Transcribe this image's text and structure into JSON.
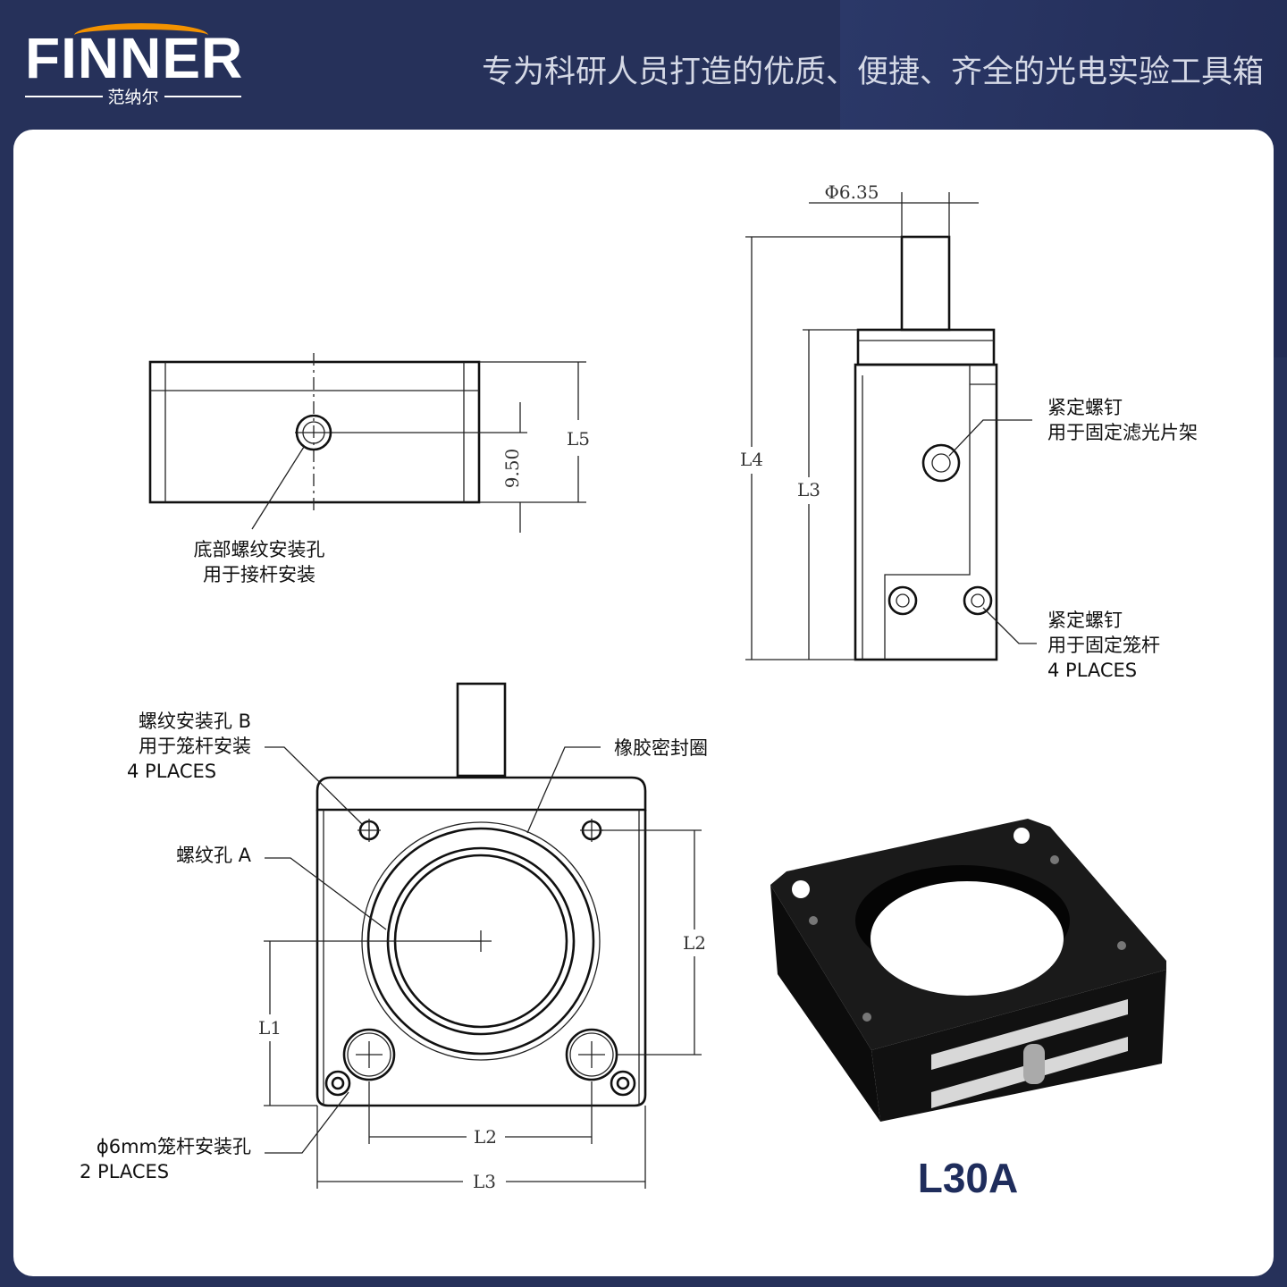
{
  "header": {
    "brand": "FINNER",
    "brand_cn": "范纳尔",
    "slogan": "专为科研人员打造的优质、便捷、齐全的光电实验工具箱",
    "accent": "#f39200",
    "bg": "#26315a"
  },
  "top_view": {
    "dim_l5": "L5",
    "dim_950": "9.50",
    "label_line1": "底部螺纹安装孔",
    "label_line2": "用于接杆安装"
  },
  "side_view": {
    "dim_dia": "Φ6.35",
    "dim_l4": "L4",
    "dim_l3": "L3",
    "callout1": {
      "line1": "紧定螺钉",
      "line2": "用于固定滤光片架"
    },
    "callout2": {
      "line1": "紧定螺钉",
      "line2": "用于固定笼杆",
      "line3": "4 PLACES"
    }
  },
  "front_view": {
    "hole_b": {
      "line1": "螺纹安装孔 B",
      "line2": "用于笼杆安装",
      "line3": "4 PLACES"
    },
    "hole_a": "螺纹孔 A",
    "seal": "橡胶密封圈",
    "rod_hole": {
      "line1": "ϕ6mm笼杆安装孔",
      "line2": "2 PLACES"
    },
    "dim_l1": "L1",
    "dim_l2_v": "L2",
    "dim_l2_h": "L2",
    "dim_l3": "L3"
  },
  "product": {
    "model": "L30A",
    "color": "#1f2d5c"
  }
}
